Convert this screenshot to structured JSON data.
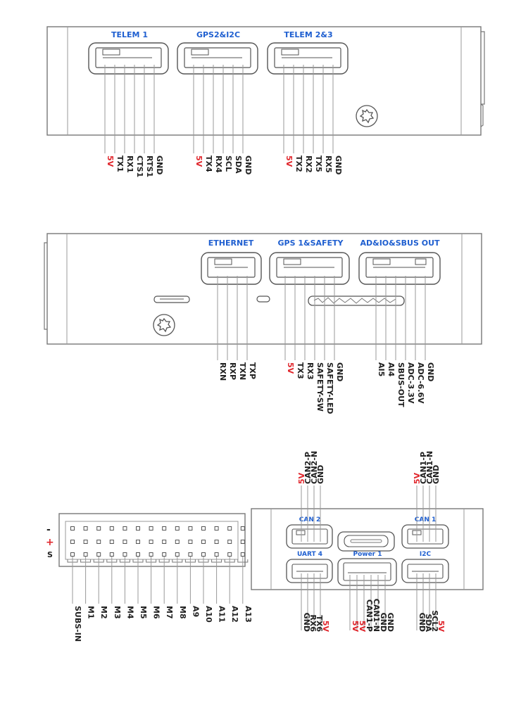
{
  "colors": {
    "accent": "#1f5fd0",
    "power": "#e0262c",
    "text": "#222222",
    "outline": "#555555"
  },
  "top_panel": {
    "connectors": [
      {
        "title": "TELEM 1",
        "pins": [
          "5V",
          "TX1",
          "RX1",
          "CTS1",
          "RTS1",
          "GND"
        ]
      },
      {
        "title": "GPS2&I2C",
        "pins": [
          "5V",
          "TX4",
          "RX4",
          "SCL",
          "SDA",
          "GND"
        ]
      },
      {
        "title": "TELEM 2&3",
        "pins": [
          "5V",
          "TX2",
          "RX2",
          "TX5",
          "RX5",
          "GND"
        ]
      }
    ],
    "screw_icon": "torx-screw-icon"
  },
  "middle_panel": {
    "connectors": [
      {
        "title": "ETHERNET",
        "pins": [
          "RXN",
          "RXP",
          "TXN",
          "TXP"
        ]
      },
      {
        "title": "GPS 1&SAFETY",
        "pins": [
          "5V",
          "TX3",
          "RX3",
          "SAFETY-SW",
          "SAFETY-LED",
          "GND"
        ]
      },
      {
        "title": "AD&IO&SBUS OUT",
        "pins": [
          "AI5",
          "AI4",
          "SBUS-OUT",
          "ADC-3.3V",
          "ADC-6.6V",
          "GND"
        ]
      }
    ],
    "screw_icon": "torx-screw-icon"
  },
  "servo_rail": {
    "row_labels": [
      "-",
      "+",
      "S"
    ],
    "channels": [
      "SUBS-IN",
      "M1",
      "M2",
      "M3",
      "M4",
      "M5",
      "M6",
      "M7",
      "M8",
      "A9",
      "A10",
      "A11",
      "A12",
      "A13"
    ]
  },
  "bottom_panel": {
    "connectors": [
      {
        "title": "CAN 2",
        "pins": [
          "5V",
          "CAN2-P",
          "CAN2-N",
          "GND"
        ]
      },
      {
        "title": "CAN 1",
        "pins": [
          "5V",
          "CAN1-P",
          "CAN1-N",
          "GND"
        ]
      },
      {
        "title": "UART 4",
        "pins": [
          "GND",
          "RX6",
          "TX6",
          "5V"
        ]
      },
      {
        "title": "Power 1",
        "pins": [
          "5V",
          "5V",
          "CAN1-P",
          "CAN1-N",
          "GND",
          "GND"
        ]
      },
      {
        "title": "I2C",
        "pins": [
          "GND",
          "SDA",
          "SCL2",
          "5V"
        ]
      }
    ],
    "usb_icon": "usb-c-port-icon"
  }
}
